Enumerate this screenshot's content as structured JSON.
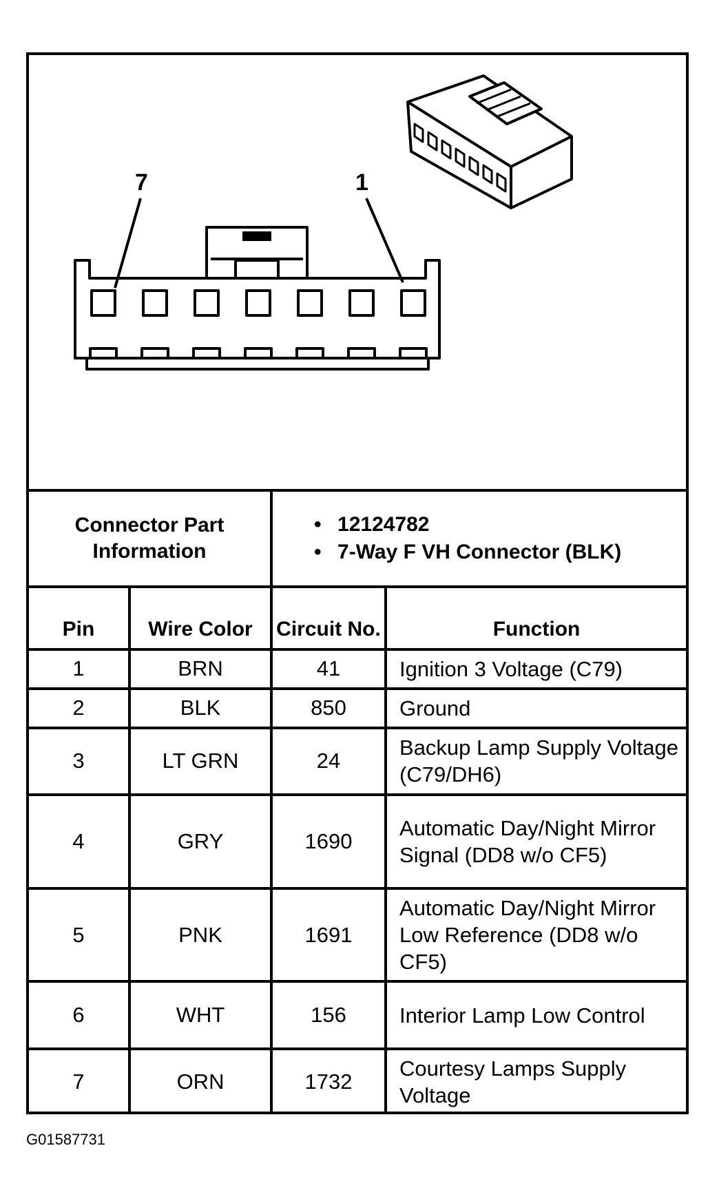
{
  "diagram": {
    "pin_label_left": "7",
    "pin_label_right": "1"
  },
  "connector_info": {
    "heading": "Connector Part Information",
    "bullets": [
      "12124782",
      "7-Way F VH Connector (BLK)"
    ]
  },
  "columns": {
    "pin": "Pin",
    "wire_color": "Wire Color",
    "circuit": "Circuit No.",
    "function": "Function"
  },
  "rows": [
    {
      "pin": "1",
      "color": "BRN",
      "circuit": "41",
      "function": "Ignition 3 Voltage (C79)"
    },
    {
      "pin": "2",
      "color": "BLK",
      "circuit": "850",
      "function": "Ground"
    },
    {
      "pin": "3",
      "color": "LT GRN",
      "circuit": "24",
      "function": "Backup Lamp Supply Voltage (C79/DH6)"
    },
    {
      "pin": "4",
      "color": "GRY",
      "circuit": "1690",
      "function": "Automatic Day/Night Mirror Signal (DD8 w/o CF5)"
    },
    {
      "pin": "5",
      "color": "PNK",
      "circuit": "1691",
      "function": "Automatic Day/Night Mirror Low Reference (DD8 w/o CF5)"
    },
    {
      "pin": "6",
      "color": "WHT",
      "circuit": "156",
      "function": "Interior Lamp Low Control"
    },
    {
      "pin": "7",
      "color": "ORN",
      "circuit": "1732",
      "function": "Courtesy Lamps Supply Voltage"
    }
  ],
  "figure_id": "G01587731"
}
